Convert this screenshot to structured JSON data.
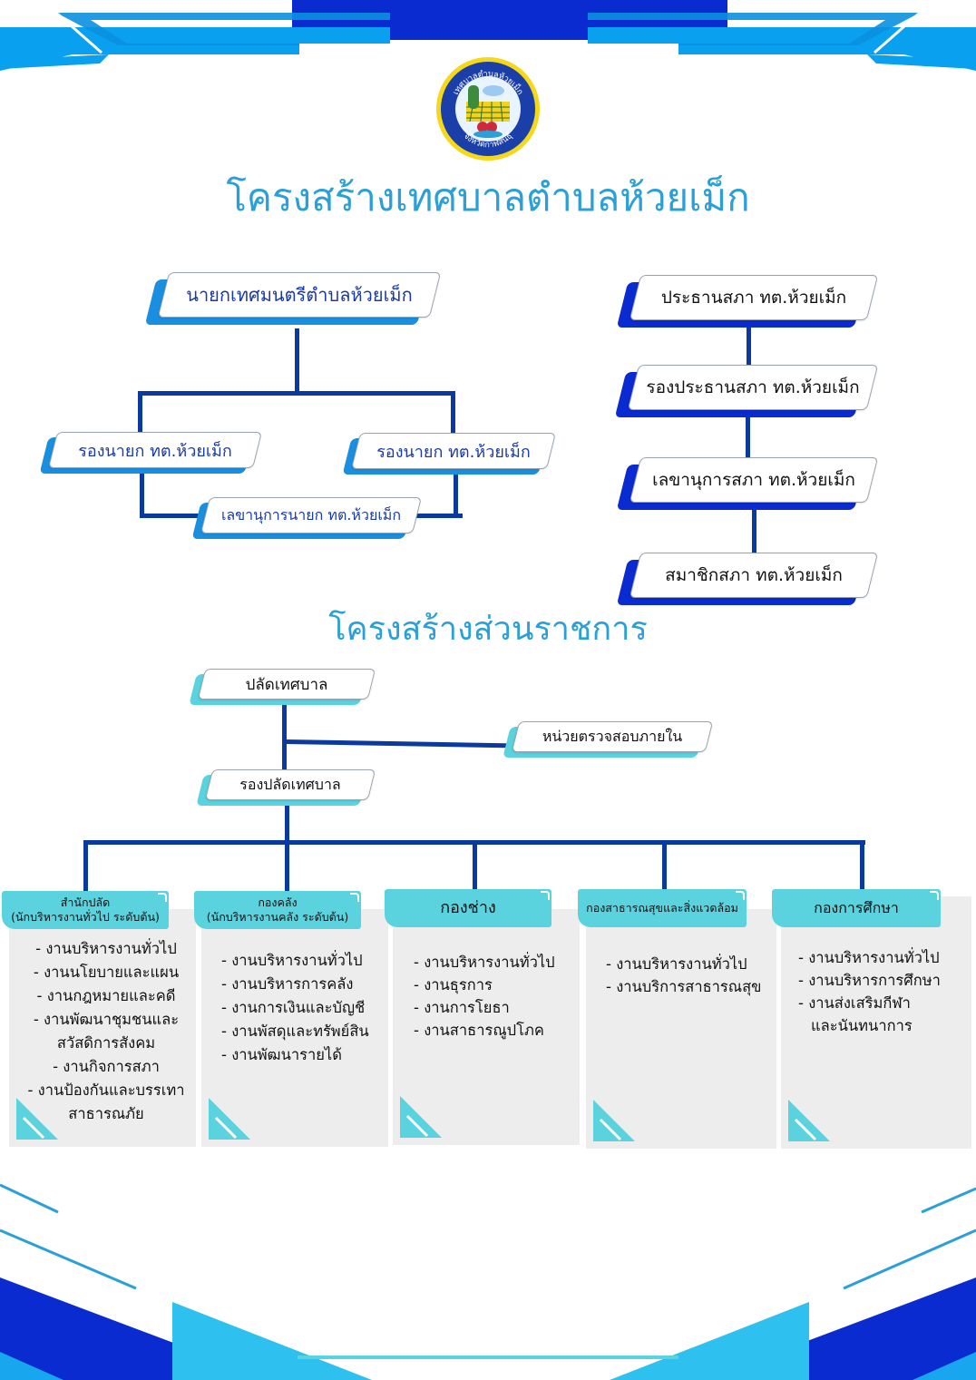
{
  "logo": {
    "ring_top_text": "เทศบาลตำบลห้วยเม็ก",
    "ring_bottom_text": "จังหวัดกาฬสินธุ์"
  },
  "titles": {
    "main": "โครงสร้างเทศบาลตำบลห้วยเม็ก",
    "section": "โครงสร้างส่วนราชการ"
  },
  "executive": {
    "mayor": "นายกเทศมนตรีตำบลห้วยเม็ก",
    "deputy_left": "รองนายก ทต.ห้วยเม็ก",
    "deputy_right": "รองนายก ทต.ห้วยเม็ก",
    "secretary": "เลขานุการนายก ทต.ห้วยเม็ก"
  },
  "council": {
    "chair": "ประธานสภา ทต.ห้วยเม็ก",
    "vice_chair": "รองประธานสภา ทต.ห้วยเม็ก",
    "secretary": "เลขานุการสภา ทต.ห้วยเม็ก",
    "members": "สมาชิกสภา ทต.ห้วยเม็ก"
  },
  "administration": {
    "clerk": "ปลัดเทศบาล",
    "audit": "หน่วยตรวจสอบภายใน",
    "deputy_clerk": "รองปลัดเทศบาล"
  },
  "departments": [
    {
      "name": "สำนักปลัด",
      "subtitle": "(นักบริหารงานทั่วไป ระดับต้น)",
      "items": [
        "- งานบริหารงานทั่วไป",
        "- งานนโยบายและแผน",
        "- งานกฎหมายและคดี",
        "- งานพัฒนาชุมชนและ",
        "สวัสดิการสังคม",
        "- งานกิจการสภา",
        "- งานป้องกันและบรรเทา",
        "สาธารณภัย"
      ]
    },
    {
      "name": "กองคลัง",
      "subtitle": "(นักบริหารงานคลัง ระดับต้น)",
      "items": [
        "- งานบริหารงานทั่วไป",
        "- งานบริหารการคลัง",
        "- งานการเงินและบัญชี",
        "- งานพัสดุและทรัพย์สิน",
        "- งานพัฒนารายได้"
      ]
    },
    {
      "name": "กองช่าง",
      "subtitle": "",
      "items": [
        "- งานบริหารงานทั่วไป",
        "- งานธุรการ",
        "- งานการโยธา",
        "- งานสาธารณูปโภค"
      ]
    },
    {
      "name": "กองสาธารณสุขและสิ่งแวดล้อม",
      "subtitle": "",
      "items": [
        "- งานบริหารงานทั่วไป",
        "- งานบริการสาธารณสุข"
      ]
    },
    {
      "name": "กองการศึกษา",
      "subtitle": "",
      "items": [
        "- งานบริหารงานทั่วไป",
        "- งานบริหารการศึกษา",
        "- งานส่งเสริมกีฬา",
        "และนันทนาการ"
      ]
    }
  ],
  "colors": {
    "title": "#2a9fd8",
    "line": "#0a3aa0",
    "exec_accent": "#1a8fe0",
    "council_accent": "#0a2bd0",
    "admin_accent": "#5ad3de",
    "dept_header": "#5ad3de",
    "dept_body": "#eeeded"
  }
}
